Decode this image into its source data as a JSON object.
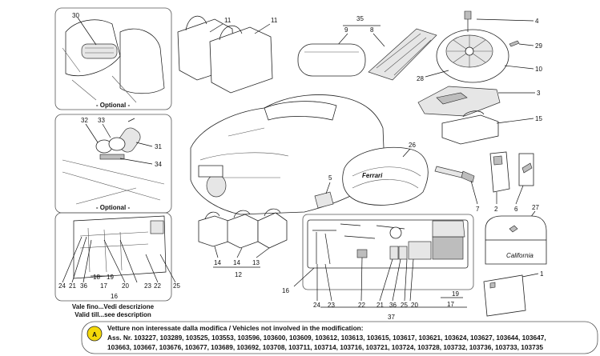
{
  "labels": {
    "l30": "30",
    "l11a": "11",
    "l11b": "11",
    "l35": "35",
    "l9": "9",
    "l8": "8",
    "l4": "4",
    "l29": "29",
    "l10": "10",
    "l28": "28",
    "l3": "3",
    "l15": "15",
    "l32": "32",
    "l33": "33",
    "l31": "31",
    "l34": "34",
    "l26": "26",
    "l5": "5",
    "l7": "7",
    "l2": "2",
    "l6": "6",
    "l27": "27",
    "l1": "1",
    "l14a": "14",
    "l14b": "14",
    "l13": "13",
    "l12": "12",
    "b_24": "24",
    "b_21": "21",
    "b_36": "36",
    "b_17": "17",
    "b_18": "18",
    "b_19": "19",
    "b_20": "20",
    "b_23": "23",
    "b_22": "22",
    "b_25": "25",
    "b_16": "16",
    "c_16": "16",
    "c_24": "24",
    "c_23": "23",
    "c_22": "22",
    "c_21": "21",
    "c_36": "36",
    "c_25": "25",
    "c_20": "20",
    "c_19": "19",
    "c_17": "17",
    "c_37": "37"
  },
  "captions": {
    "optional_1": "- Optional -",
    "optional_2": "- Optional -",
    "vale_fino": "Vale fino...Vedi descrizione",
    "valid_till": "Valid till...see description"
  },
  "note": {
    "marker": "A",
    "line1": "Vetture non interessate dalla modifica / Vehicles not involved in the modification:",
    "line2": "Ass. Nr. 103227, 103289, 103525, 103553, 103596, 103600, 103609, 103612, 103613, 103615, 103617, 103621, 103624, 103627, 103644, 103647,",
    "line3": "103663, 103667, 103676, 103677, 103689, 103692, 103708, 103711, 103714, 103716, 103721, 103724, 103728, 103732, 103736, 103733, 103735"
  },
  "brand_marks": {
    "bag_logo": "Ferrari",
    "case_signature": "California"
  },
  "colors": {
    "ink": "#111111",
    "frame": "#555555",
    "note_marker": "#f5d90a"
  }
}
